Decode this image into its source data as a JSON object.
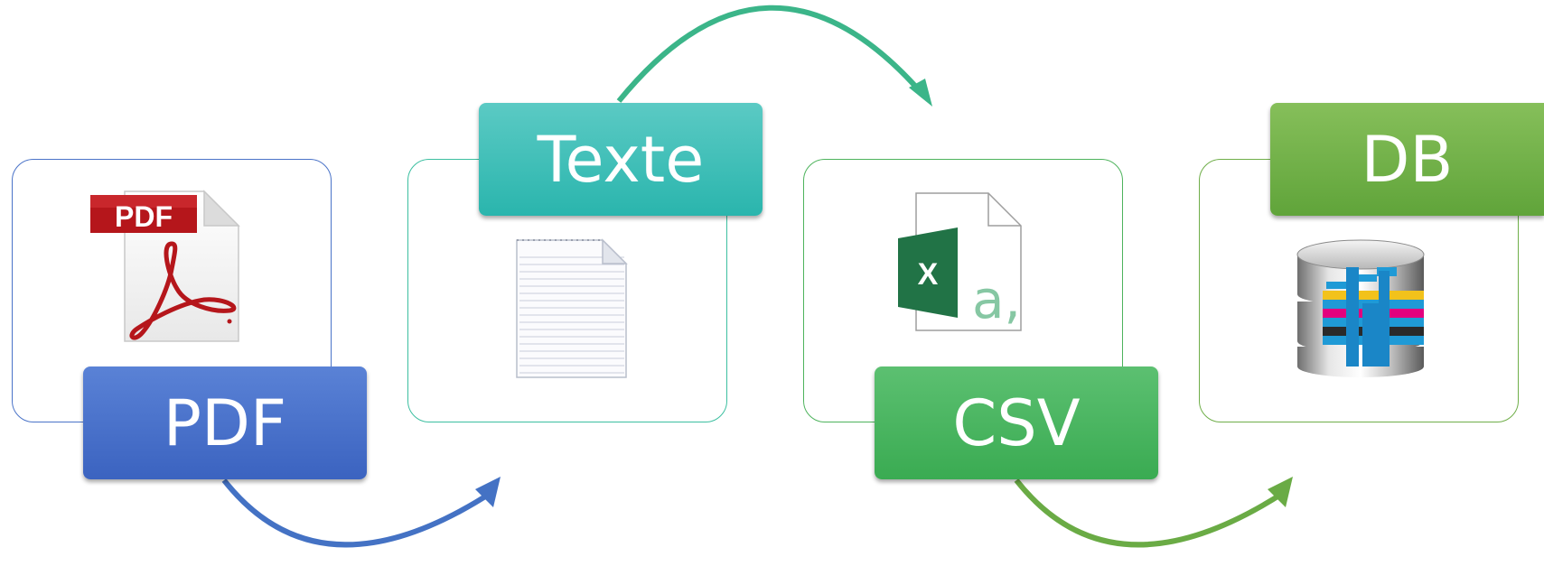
{
  "steps": [
    {
      "label": "PDF",
      "icon": "pdf-icon",
      "color_top": "#5a82d6",
      "color_bottom": "#3b63c0",
      "frame_color": "#4a73c8",
      "pdf_badge": "PDF"
    },
    {
      "label": "Texte",
      "icon": "text-document-icon",
      "color_top": "#5bcac4",
      "color_bottom": "#2ab5ad",
      "frame_color": "#3cbfa0"
    },
    {
      "label": "CSV",
      "icon": "excel-csv-icon",
      "color_top": "#5cc071",
      "color_bottom": "#3aab52",
      "frame_color": "#4db35c",
      "excel_letter": "X",
      "csv_glyph": "a,"
    },
    {
      "label": "DB",
      "icon": "database-icon",
      "color_top": "#86bf5a",
      "color_bottom": "#60a43a",
      "frame_color": "#6fae49"
    }
  ],
  "arrows": [
    {
      "name": "pdf-to-text-arrow",
      "color": "#4472c4"
    },
    {
      "name": "text-to-csv-arrow",
      "color": "#3bb589"
    },
    {
      "name": "csv-to-db-arrow",
      "color": "#6aab45"
    }
  ]
}
